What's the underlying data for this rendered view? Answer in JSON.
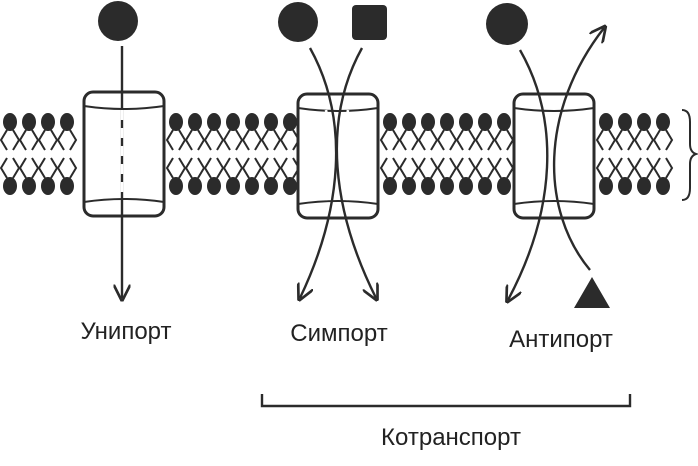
{
  "labels": {
    "uniport": "Унипорт",
    "symport": "Симпорт",
    "antiport": "Антипорт",
    "cotransport": "Котранспорт"
  },
  "colors": {
    "ink": "#2b2b2b",
    "background": "#ffffff"
  }
}
